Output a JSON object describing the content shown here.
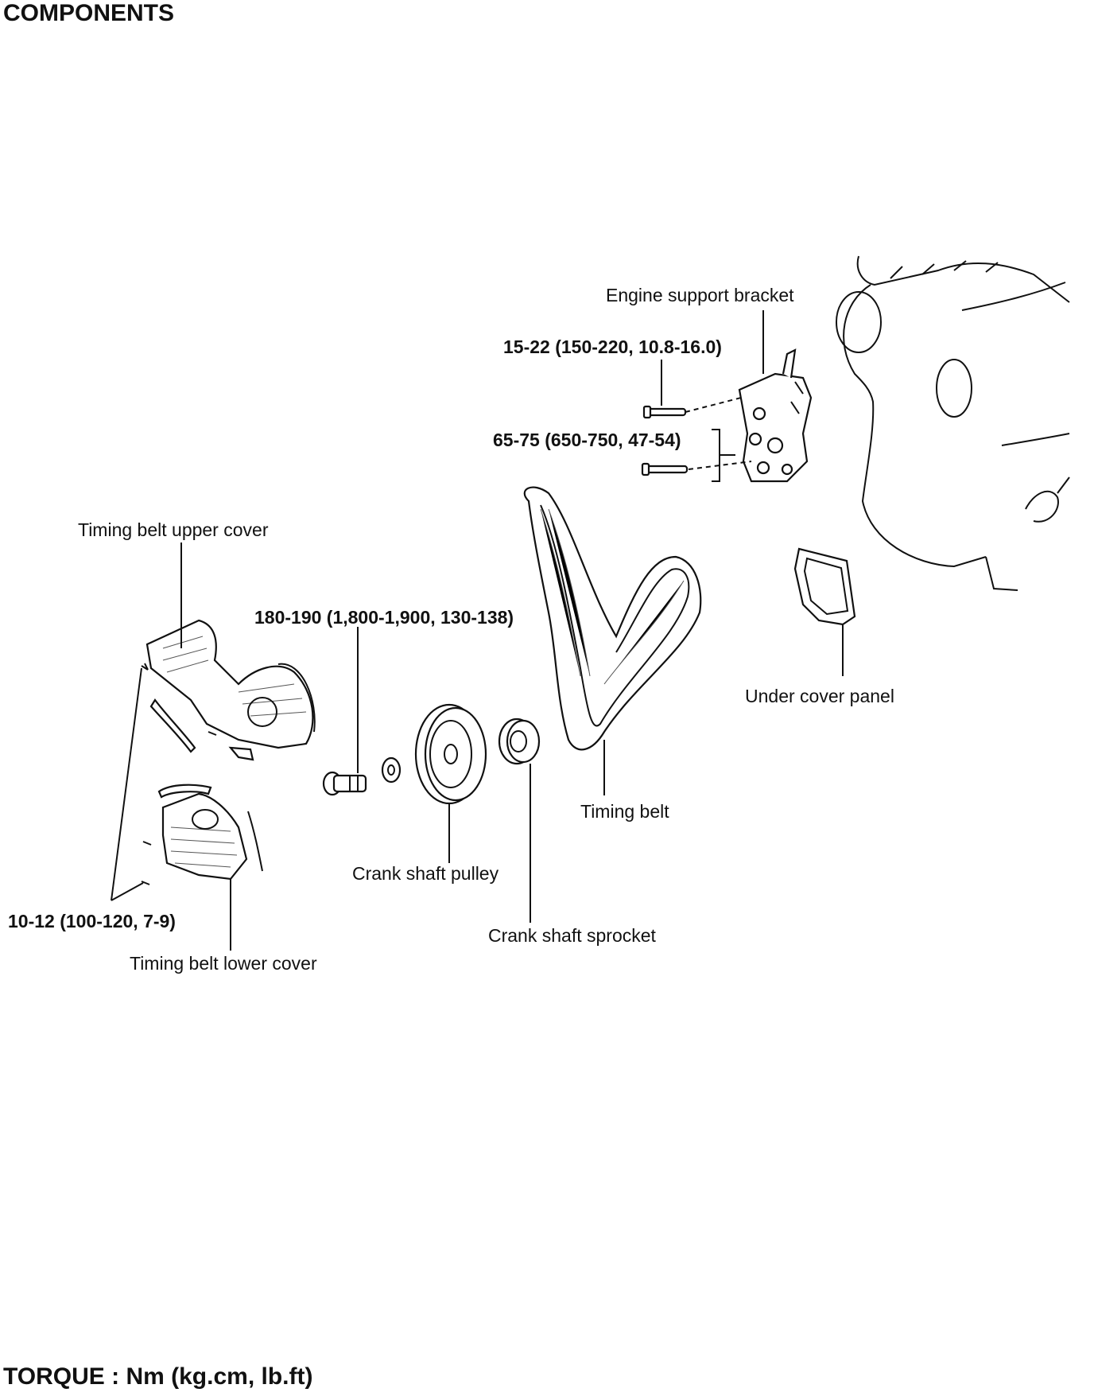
{
  "header": {
    "title": "COMPONENTS"
  },
  "footer": {
    "torque_units": "TORQUE : Nm (kg.cm, lb.ft)"
  },
  "labels": {
    "engine_support_bracket": "Engine support bracket",
    "timing_belt_upper_cover": "Timing belt upper cover",
    "under_cover_panel": "Under cover panel",
    "timing_belt": "Timing belt",
    "crank_shaft_pulley": "Crank shaft pulley",
    "crank_shaft_sprocket": "Crank shaft sprocket",
    "timing_belt_lower_cover": "Timing belt lower cover"
  },
  "torques": {
    "bracket_upper_bolt": "15-22 (150-220, 10.8-16.0)",
    "bracket_lower_bolts": "65-75 (650-750, 47-54)",
    "crank_bolt": "180-190 (1,800-1,900, 130-138)",
    "cover_bolts": "10-12 (100-120, 7-9)"
  }
}
